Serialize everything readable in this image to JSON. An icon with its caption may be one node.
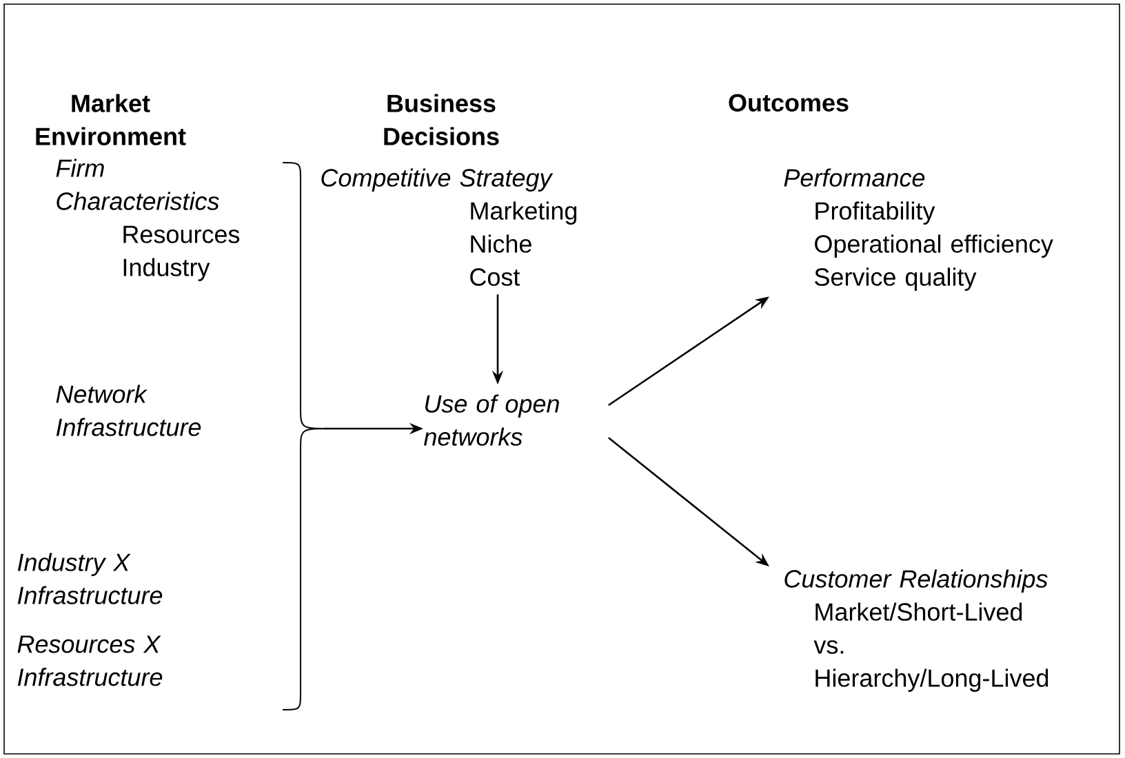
{
  "diagram": {
    "nodes": [
      {
        "text": [
          "Firm Characteristics",
          "Resources",
          "Industry"
        ]
      },
      {
        "text": [
          "Network Infrastructure"
        ]
      },
      {
        "text": [
          "Industry X Infrastructure"
        ]
      },
      {
        "text": [
          "Resources X Infrastructure"
        ]
      },
      {
        "text": [
          "Competitive Strategy",
          "Marketing",
          "Niche",
          "Cost"
        ]
      },
      {
        "text": [
          "Use of open networks"
        ]
      },
      {
        "text": [
          "Performance",
          "Profitability",
          "Operational efficiency",
          "Service quality"
        ]
      },
      {
        "text": [
          "Customer Relationships",
          "Market/Short-Lived",
          "vs.",
          "Hierarchy/Long-Lived"
        ]
      },
      {
        "text": [],
        "shape": "brace"
      }
    ],
    "edges": [
      {
        "from": 8,
        "to": 5,
        "arrow": "to"
      },
      {
        "from": 4,
        "to": 5,
        "arrow": "to"
      },
      {
        "from": 5,
        "to": 6,
        "arrow": "to"
      },
      {
        "from": 5,
        "to": 7,
        "arrow": "to"
      }
    ],
    "labels": [
      "Market Environment",
      "Business Decisions",
      "Outcomes"
    ]
  }
}
